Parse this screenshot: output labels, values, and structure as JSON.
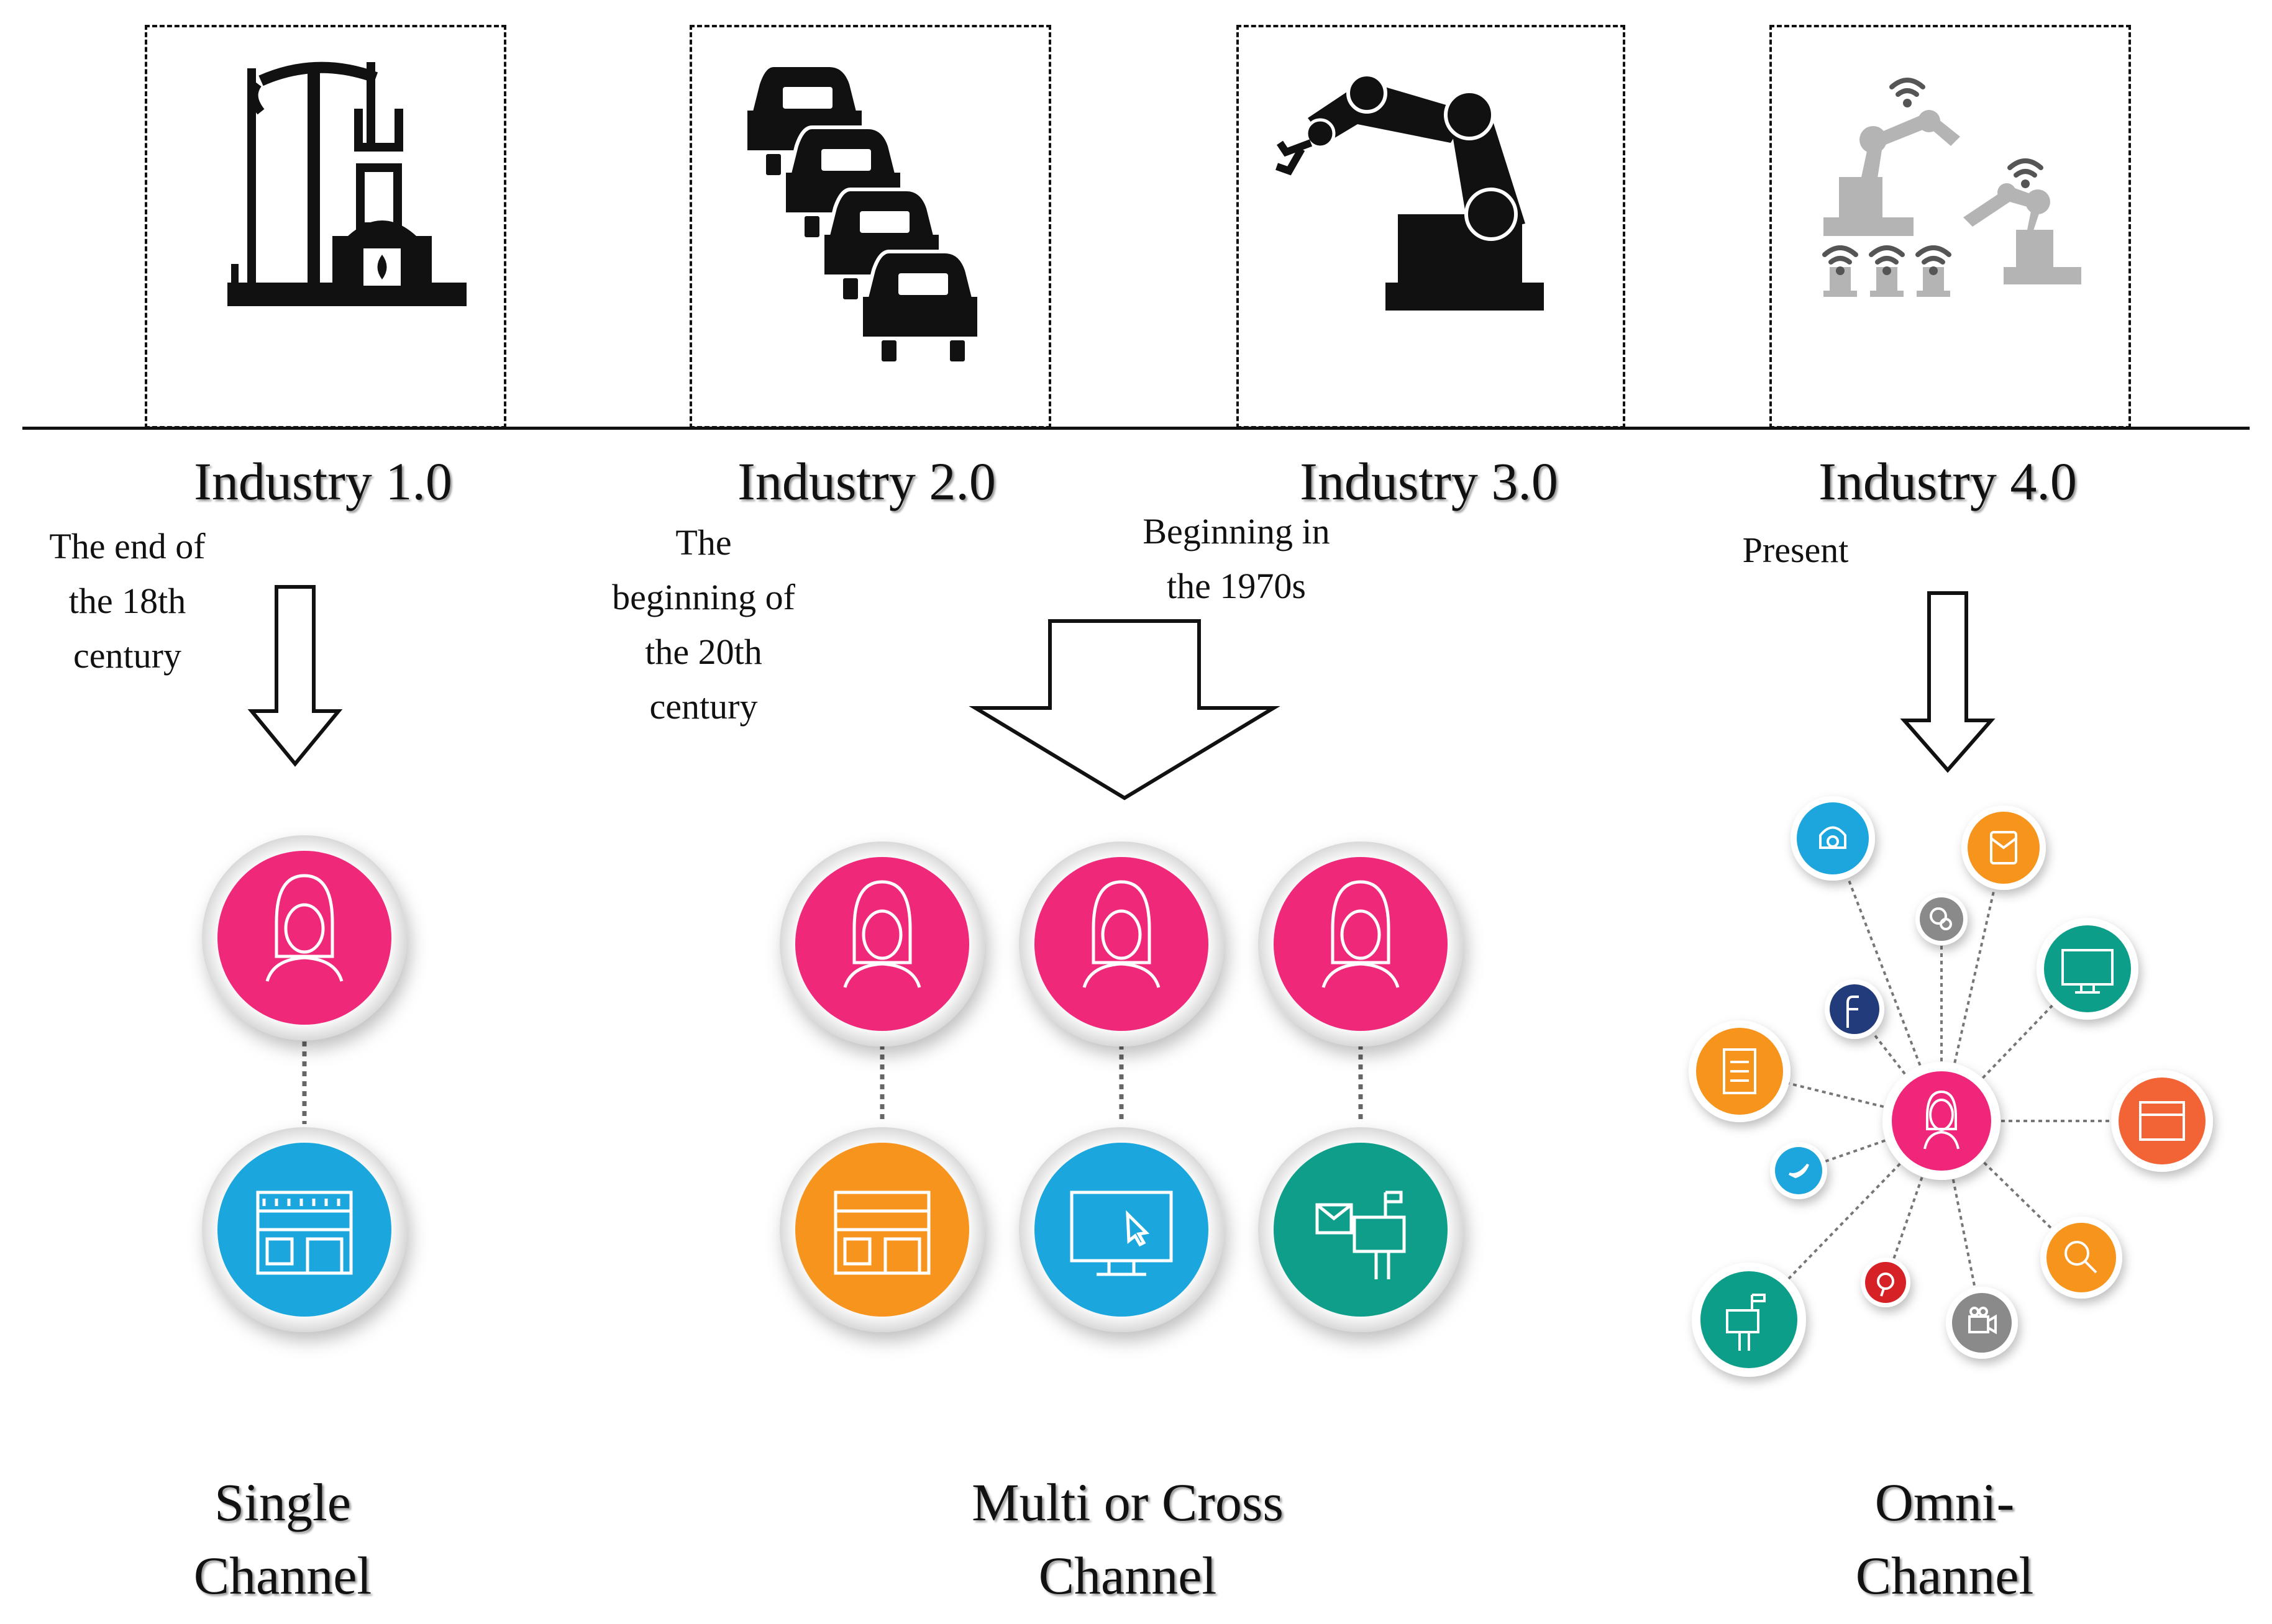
{
  "eras": [
    {
      "label": "Industry 1.0",
      "period": "The end of\nthe 18th\ncentury",
      "icon": "steam-engine-icon"
    },
    {
      "label": "Industry 2.0",
      "period": "The\nbeginning of\nthe 20th\ncentury",
      "icon": "assembly-line-cars-icon"
    },
    {
      "label": "Industry 3.0",
      "period": "Beginning in\nthe 1970s",
      "icon": "robot-arm-icon"
    },
    {
      "label": "Industry 4.0",
      "period": "Present",
      "icon": "connected-robots-icon"
    }
  ],
  "channels": [
    {
      "label": "Single\nChannel"
    },
    {
      "label": "Multi or Cross\nChannel"
    },
    {
      "label": "Omni-\nChannel"
    }
  ],
  "colors": {
    "pink": "#f0287a",
    "blue": "#1ba6dd",
    "orange": "#f7941d",
    "teal": "#0f9e8a",
    "navy": "#243b7a",
    "gray": "#8a8a8a",
    "red": "#d62027",
    "red_orange": "#f26434",
    "light_gray_icon": "#b4b4b4"
  }
}
